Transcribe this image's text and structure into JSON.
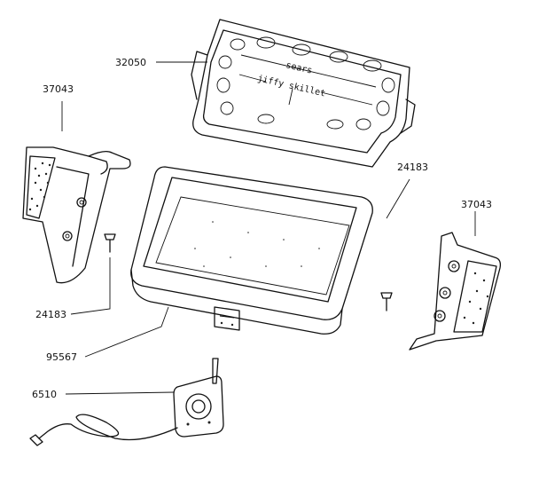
{
  "lid_text": {
    "line1": "sears",
    "line2": "jiffy skillet"
  },
  "labels": [
    {
      "id": "lid",
      "number": "32050"
    },
    {
      "id": "handle-left",
      "number": "37043"
    },
    {
      "id": "screw-right",
      "number": "24183"
    },
    {
      "id": "handle-right",
      "number": "37043"
    },
    {
      "id": "screw-left",
      "number": "24183"
    },
    {
      "id": "pan",
      "number": "95567"
    },
    {
      "id": "control",
      "number": "6510"
    }
  ],
  "colors": {
    "line": "#111111",
    "background": "#ffffff"
  }
}
